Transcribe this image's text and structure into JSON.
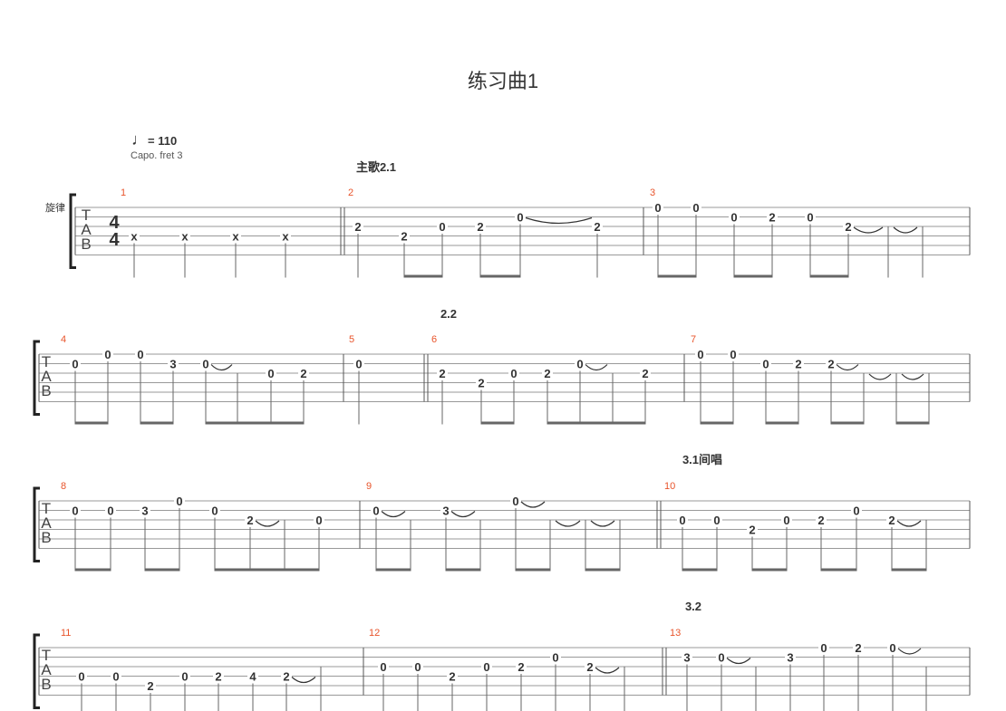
{
  "score": {
    "title": "练习曲1",
    "tempo": "= 110",
    "capo": "Capo. fret 3",
    "instrument": "旋律",
    "time_signature": "4/4"
  },
  "section_labels": [
    "主歌2.1",
    "2.2",
    "3.1间唱",
    "3.2"
  ],
  "measures": [
    {
      "number": "1",
      "notes": [
        {
          "fret": "x",
          "string": 3
        },
        {
          "fret": "x",
          "string": 3
        },
        {
          "fret": "x",
          "string": 3
        },
        {
          "fret": "x",
          "string": 3
        }
      ]
    },
    {
      "number": "2",
      "notes": [
        {
          "fret": "2",
          "string": 2
        },
        {
          "fret": "2",
          "string": 3
        },
        {
          "fret": "0",
          "string": 2
        },
        {
          "fret": "2",
          "string": 2
        },
        {
          "fret": "0",
          "string": 1
        },
        {
          "fret": "2",
          "string": 2
        }
      ]
    },
    {
      "number": "3",
      "notes": [
        {
          "fret": "0",
          "string": 0
        },
        {
          "fret": "0",
          "string": 0
        },
        {
          "fret": "0",
          "string": 1
        },
        {
          "fret": "2",
          "string": 1
        },
        {
          "fret": "0",
          "string": 1
        },
        {
          "fret": "2",
          "string": 2
        }
      ]
    },
    {
      "number": "4",
      "notes": [
        {
          "fret": "0",
          "string": 1
        },
        {
          "fret": "0",
          "string": 0
        },
        {
          "fret": "0",
          "string": 0
        },
        {
          "fret": "3",
          "string": 1
        },
        {
          "fret": "0",
          "string": 1
        },
        {
          "fret": "0",
          "string": 2
        },
        {
          "fret": "2",
          "string": 2
        }
      ]
    },
    {
      "number": "5",
      "notes": [
        {
          "fret": "0",
          "string": 1
        }
      ]
    },
    {
      "number": "6",
      "notes": [
        {
          "fret": "2",
          "string": 2
        },
        {
          "fret": "2",
          "string": 3
        },
        {
          "fret": "0",
          "string": 2
        },
        {
          "fret": "2",
          "string": 2
        },
        {
          "fret": "0",
          "string": 1
        },
        {
          "fret": "2",
          "string": 2
        }
      ]
    },
    {
      "number": "7",
      "notes": [
        {
          "fret": "0",
          "string": 0
        },
        {
          "fret": "0",
          "string": 0
        },
        {
          "fret": "0",
          "string": 1
        },
        {
          "fret": "2",
          "string": 1
        },
        {
          "fret": "2",
          "string": 1
        }
      ]
    },
    {
      "number": "8",
      "notes": [
        {
          "fret": "0",
          "string": 1
        },
        {
          "fret": "0",
          "string": 1
        },
        {
          "fret": "3",
          "string": 1
        },
        {
          "fret": "0",
          "string": 0
        },
        {
          "fret": "0",
          "string": 1
        },
        {
          "fret": "2",
          "string": 2
        },
        {
          "fret": "0",
          "string": 2
        }
      ]
    },
    {
      "number": "9",
      "notes": [
        {
          "fret": "0",
          "string": 1
        },
        {
          "fret": "3",
          "string": 1
        },
        {
          "fret": "0",
          "string": 0
        }
      ]
    },
    {
      "number": "10",
      "notes": [
        {
          "fret": "0",
          "string": 2
        },
        {
          "fret": "0",
          "string": 2
        },
        {
          "fret": "2",
          "string": 3
        },
        {
          "fret": "0",
          "string": 2
        },
        {
          "fret": "2",
          "string": 2
        },
        {
          "fret": "0",
          "string": 1
        },
        {
          "fret": "2",
          "string": 2
        }
      ]
    },
    {
      "number": "11",
      "notes": [
        {
          "fret": "0",
          "string": 3
        },
        {
          "fret": "0",
          "string": 3
        },
        {
          "fret": "2",
          "string": 4
        },
        {
          "fret": "0",
          "string": 3
        },
        {
          "fret": "2",
          "string": 3
        },
        {
          "fret": "4",
          "string": 3
        },
        {
          "fret": "2",
          "string": 3
        }
      ]
    },
    {
      "number": "12",
      "notes": [
        {
          "fret": "0",
          "string": 2
        },
        {
          "fret": "0",
          "string": 2
        },
        {
          "fret": "2",
          "string": 3
        },
        {
          "fret": "0",
          "string": 2
        },
        {
          "fret": "2",
          "string": 2
        },
        {
          "fret": "0",
          "string": 1
        },
        {
          "fret": "2",
          "string": 2
        }
      ]
    },
    {
      "number": "13",
      "notes": [
        {
          "fret": "3",
          "string": 1
        },
        {
          "fret": "0",
          "string": 1
        },
        {
          "fret": "3",
          "string": 1
        },
        {
          "fret": "0",
          "string": 0
        },
        {
          "fret": "2",
          "string": 0
        },
        {
          "fret": "0",
          "string": 0
        }
      ]
    }
  ],
  "colors": {
    "measure_number": "#e8542b",
    "staff_line": "#999999",
    "text": "#333333",
    "beam": "#666666"
  }
}
